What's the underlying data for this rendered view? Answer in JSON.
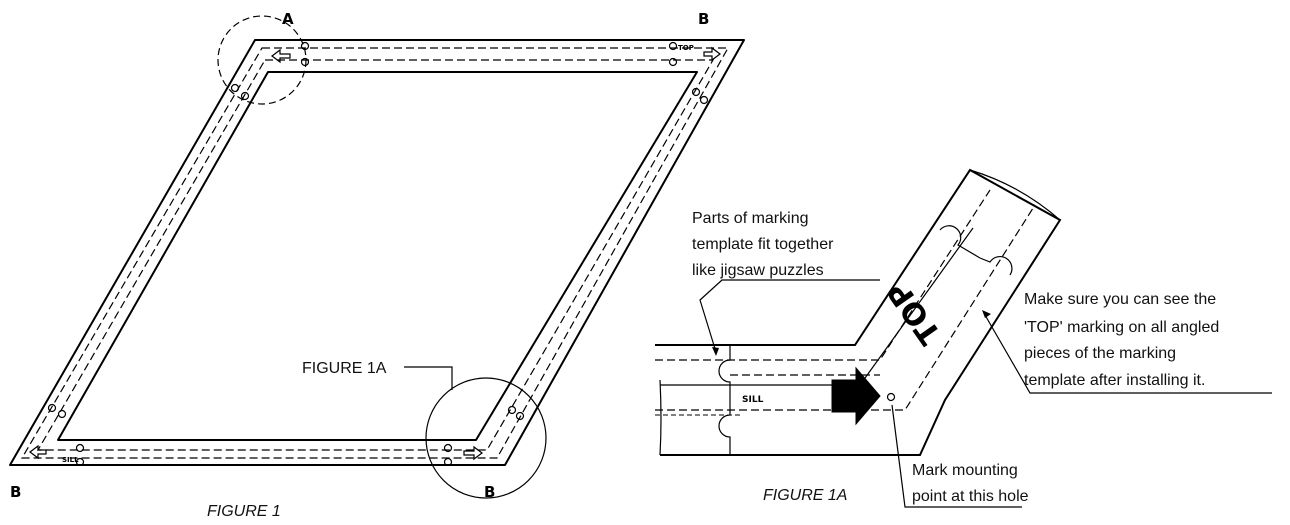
{
  "figure1": {
    "caption": "FIGURE 1",
    "corner_labels": {
      "top_left": "A",
      "top_right": "B",
      "bottom_left": "B",
      "bottom_right": "B"
    },
    "callout_label": "FIGURE 1A",
    "template_text": {
      "top": "TOP",
      "sill": "SILL"
    }
  },
  "figure1a": {
    "caption": "FIGURE 1A",
    "note_jigsaw": [
      "Parts of marking",
      "template fit together",
      "like jigsaw puzzles"
    ],
    "note_top": [
      "Make sure you can see the",
      "'TOP' marking on all angled",
      "pieces of the marking",
      "template after installing it."
    ],
    "note_mount": [
      "Mark mounting",
      "point at this hole"
    ],
    "top_marking": "TOP",
    "sill_marking": "SILL"
  }
}
